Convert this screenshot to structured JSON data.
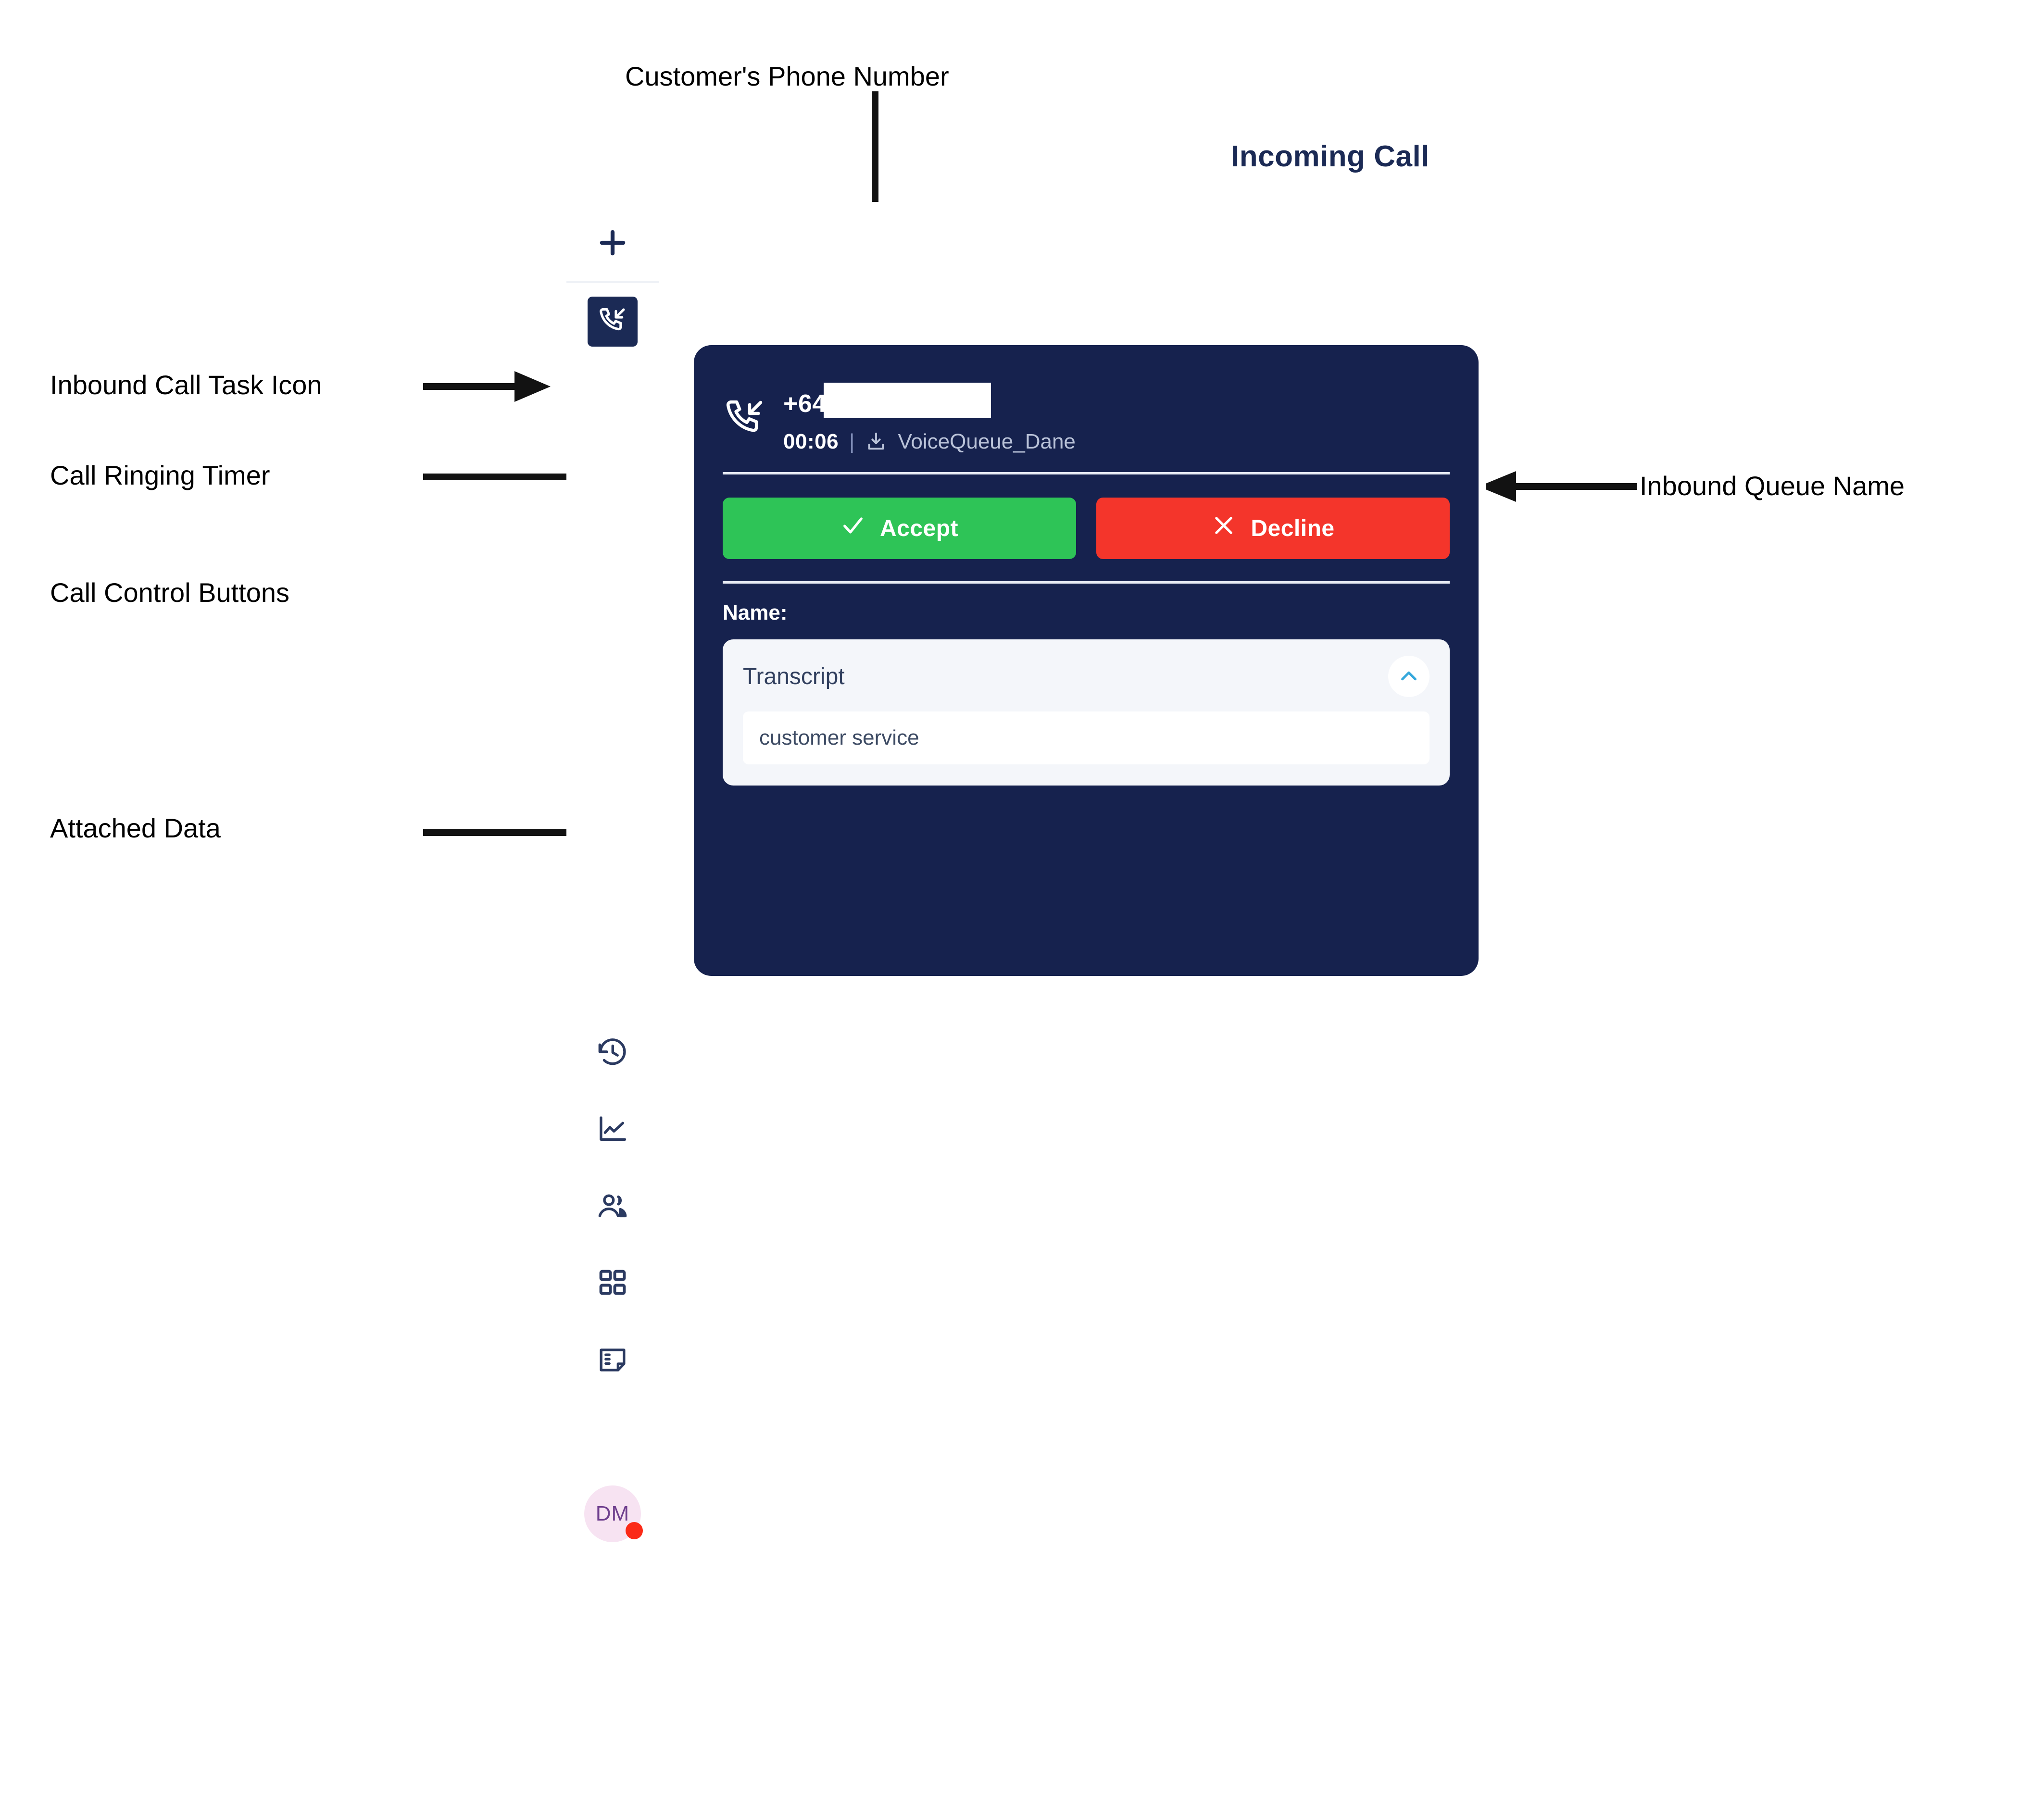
{
  "header": {
    "title": "Incoming Call"
  },
  "annotations": [
    {
      "id": "customers-phone-number",
      "label": "Customer's Phone Number"
    },
    {
      "id": "inbound-call-task-icon",
      "label": "Inbound Call Task Icon"
    },
    {
      "id": "call-ringing-timer",
      "label": "Call Ringing Timer"
    },
    {
      "id": "call-control-buttons",
      "label": "Call Control Buttons"
    },
    {
      "id": "attached-data",
      "label": "Attached Data"
    },
    {
      "id": "inbound-queue-name",
      "label": "Inbound Queue Name"
    }
  ],
  "sidebar": {
    "add_icon": "plus-icon",
    "task": {
      "icon": "inbound-call-icon",
      "active": true
    },
    "items": [
      {
        "icon": "history-icon"
      },
      {
        "icon": "line-chart-icon"
      },
      {
        "icon": "contacts-icon"
      },
      {
        "icon": "grid-apps-icon"
      },
      {
        "icon": "notes-icon"
      }
    ],
    "avatar": {
      "initials": "DM",
      "status": "busy",
      "status_color": "#fb2a17",
      "bg_color": "#f7e3f2"
    }
  },
  "call_card": {
    "direction_icon": "inbound-call-icon",
    "phone_prefix": "+64",
    "phone_redacted": true,
    "timer": "00:06",
    "separator": "|",
    "queue_icon": "download-tray-icon",
    "queue_name": "VoiceQueue_Dane",
    "accept_label": "Accept",
    "accept_icon": "check-icon",
    "accept_color": "#2ec457",
    "decline_label": "Decline",
    "decline_icon": "x-icon",
    "decline_color": "#f4352b",
    "attached_data_label": "Name:",
    "transcript": {
      "title": "Transcript",
      "collapse_icon": "chevron-up-icon",
      "collapse_icon_color": "#35a8dc",
      "value": "customer service"
    },
    "background_color": "#16224e"
  }
}
